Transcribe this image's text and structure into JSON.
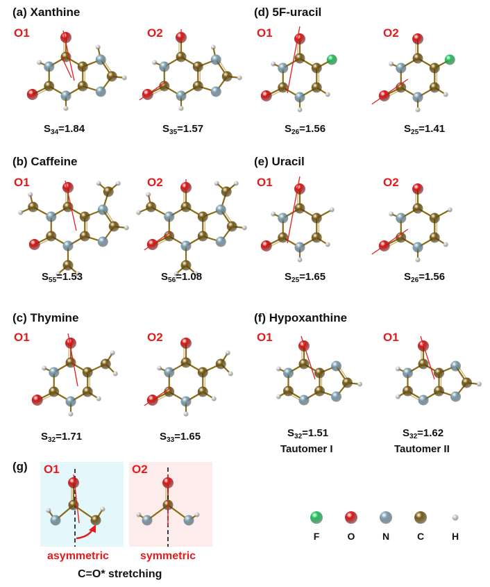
{
  "panels": {
    "a": {
      "title": "(a) Xanthine",
      "left": {
        "tag": "O1",
        "s_sub": "34",
        "s_val": "=1.84"
      },
      "right": {
        "tag": "O2",
        "s_sub": "35",
        "s_val": "=1.57"
      }
    },
    "b": {
      "title": "(b) Caffeine",
      "left": {
        "tag": "O1",
        "s_sub": "55",
        "s_val": "=1.53"
      },
      "right": {
        "tag": "O2",
        "s_sub": "56",
        "s_val": "=1.08"
      }
    },
    "c": {
      "title": "(c) Thymine",
      "left": {
        "tag": "O1",
        "s_sub": "32",
        "s_val": "=1.71"
      },
      "right": {
        "tag": "O2",
        "s_sub": "33",
        "s_val": "=1.65"
      }
    },
    "d": {
      "title": "(d) 5F-uracil",
      "left": {
        "tag": "O1",
        "s_sub": "26",
        "s_val": "=1.56"
      },
      "right": {
        "tag": "O2",
        "s_sub": "25",
        "s_val": "=1.41"
      }
    },
    "e": {
      "title": "(e) Uracil",
      "left": {
        "tag": "O1",
        "s_sub": "25",
        "s_val": "=1.65"
      },
      "right": {
        "tag": "O2",
        "s_sub": "26",
        "s_val": "=1.56"
      }
    },
    "f": {
      "title": "(f) Hypoxanthine",
      "left": {
        "tag": "O1",
        "s_sub": "32",
        "s_val": "=1.51",
        "tautomer": "Tautomer I"
      },
      "right": {
        "tag": "O1",
        "s_sub": "32",
        "s_val": "=1.62",
        "tautomer": "Tautomer II"
      }
    }
  },
  "g": {
    "title": "(g)",
    "left": {
      "tag": "O1",
      "label": "asymmetric"
    },
    "right": {
      "tag": "O2",
      "label": "symmetric"
    },
    "caption": "C=O* stretching"
  },
  "legend": [
    {
      "symbol": "F",
      "color": "#22c55e"
    },
    {
      "symbol": "O",
      "color": "#d91414"
    },
    {
      "symbol": "N",
      "color": "#7fa3b5"
    },
    {
      "symbol": "C",
      "color": "#7a5c12"
    },
    {
      "symbol": "H",
      "color": "#d8d8d8"
    }
  ],
  "colors": {
    "tag_red": "#e41a1c",
    "box_blue": "#e4f7fb",
    "box_pink": "#fdecec",
    "bond": "#8a6a12",
    "vector": "#e41a1c"
  },
  "f_values": {
    "shown": true
  }
}
